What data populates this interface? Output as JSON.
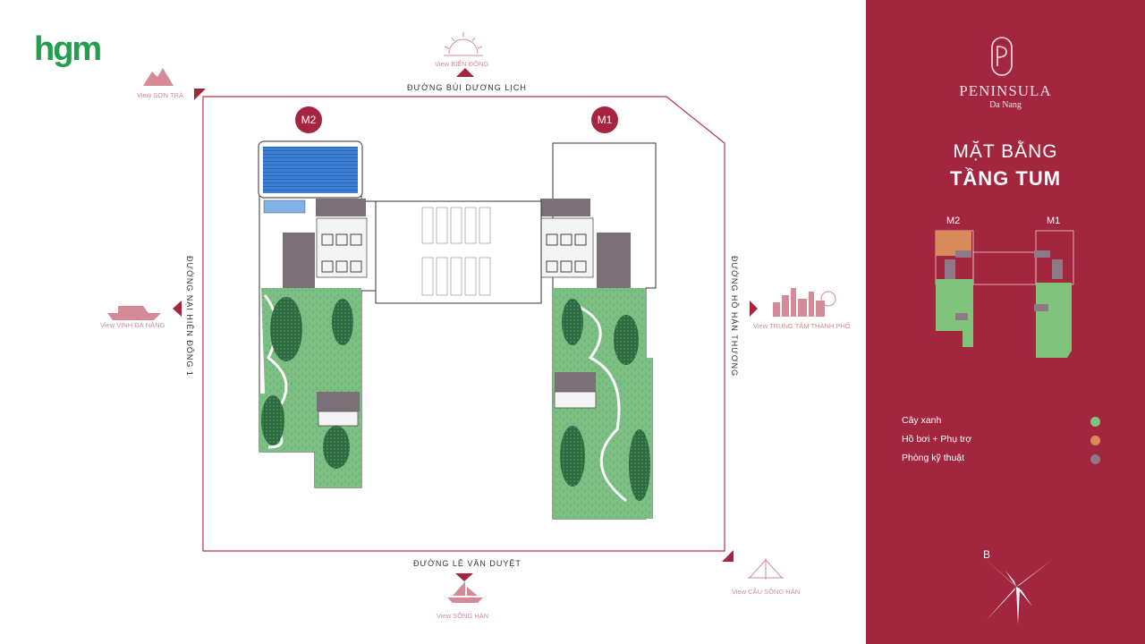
{
  "logo": {
    "text": "hgm"
  },
  "streets": {
    "north": "ĐƯỜNG BÙI DƯƠNG LỊCH",
    "south": "ĐƯỜNG LÊ VĂN DUYỆT",
    "west": "ĐƯỜNG NẠI HIÊN ĐÔNG 1",
    "east": "ĐƯỜNG HỒ HÁN THƯƠNG"
  },
  "views": {
    "north": "View BIỂN ĐÔNG",
    "north_west": "View SƠN TRÀ",
    "west": "View VỊNH ĐÀ NẴNG",
    "east": "View TRUNG TÂM THÀNH PHỐ",
    "south": "View SÔNG HÀN",
    "south_east": "View CẦU SÔNG HÀN"
  },
  "blocks": {
    "left": "M2",
    "right": "M1"
  },
  "brand": {
    "name": "PENINSULA",
    "city": "Da Nang"
  },
  "title": {
    "line1": "MẶT BẰNG",
    "line2": "TẦNG TUM"
  },
  "key_plan": {
    "left": "M2",
    "right": "M1"
  },
  "legend": [
    {
      "label": "Cây xanh",
      "color": "#7fc47a"
    },
    {
      "label": "Hồ bơi + Phụ trợ",
      "color": "#d98a5a"
    },
    {
      "label": "Phòng kỹ thuật",
      "color": "#8e7a86"
    }
  ],
  "compass": {
    "letter": "B"
  },
  "colors": {
    "brand": "#a3263f",
    "green": "#7fc47a",
    "pool": "#3d7fd1"
  }
}
